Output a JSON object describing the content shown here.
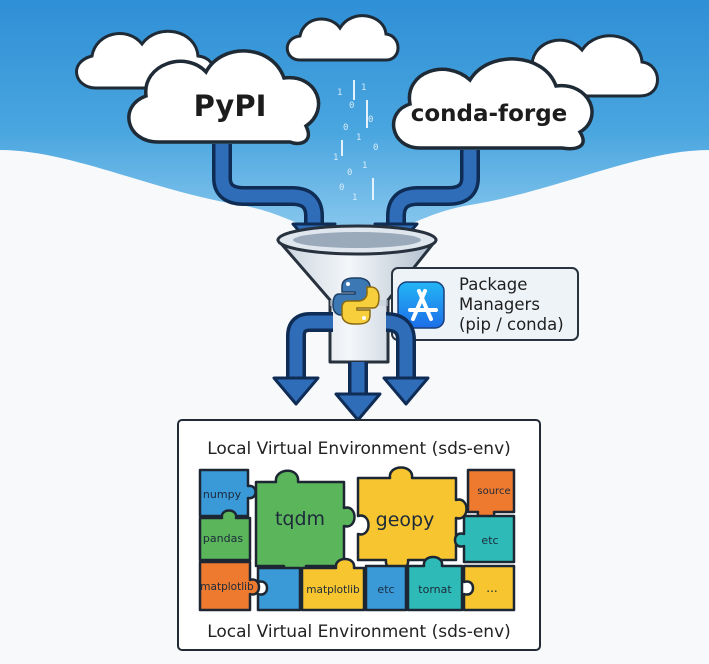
{
  "sources": {
    "pypi": "PyPI",
    "conda_forge": "conda-forge"
  },
  "package_managers": {
    "line1": "Package",
    "line2": "Managers",
    "line3": "(pip / conda)"
  },
  "environment": {
    "title_top": "Local Virtual Environment (sds-env)",
    "title_bottom": "Local Virtual Environment (sds-env)"
  },
  "packages": {
    "numpy": "numpy",
    "tqdm": "tqdm",
    "geopy": "geopy",
    "source": "source",
    "pandas": "pandas",
    "etc_right": "etc",
    "matplotlib_left": "matplotlib",
    "matplotlib_mid": "matplotlib",
    "etc_mid": "etc",
    "tornat": "tornat",
    "ellipsis": "..."
  },
  "icons": {
    "python": "python-logo-icon",
    "app_store": "app-store-icon"
  },
  "colors": {
    "sky": "#4aa6df",
    "arrow": "#2f6db8",
    "arrow_dark": "#0f2c55",
    "green": "#5bb55b",
    "yellow": "#f7c52f",
    "orange": "#ee7a2f",
    "blue": "#3a9ad8",
    "teal": "#2ebbb8"
  }
}
